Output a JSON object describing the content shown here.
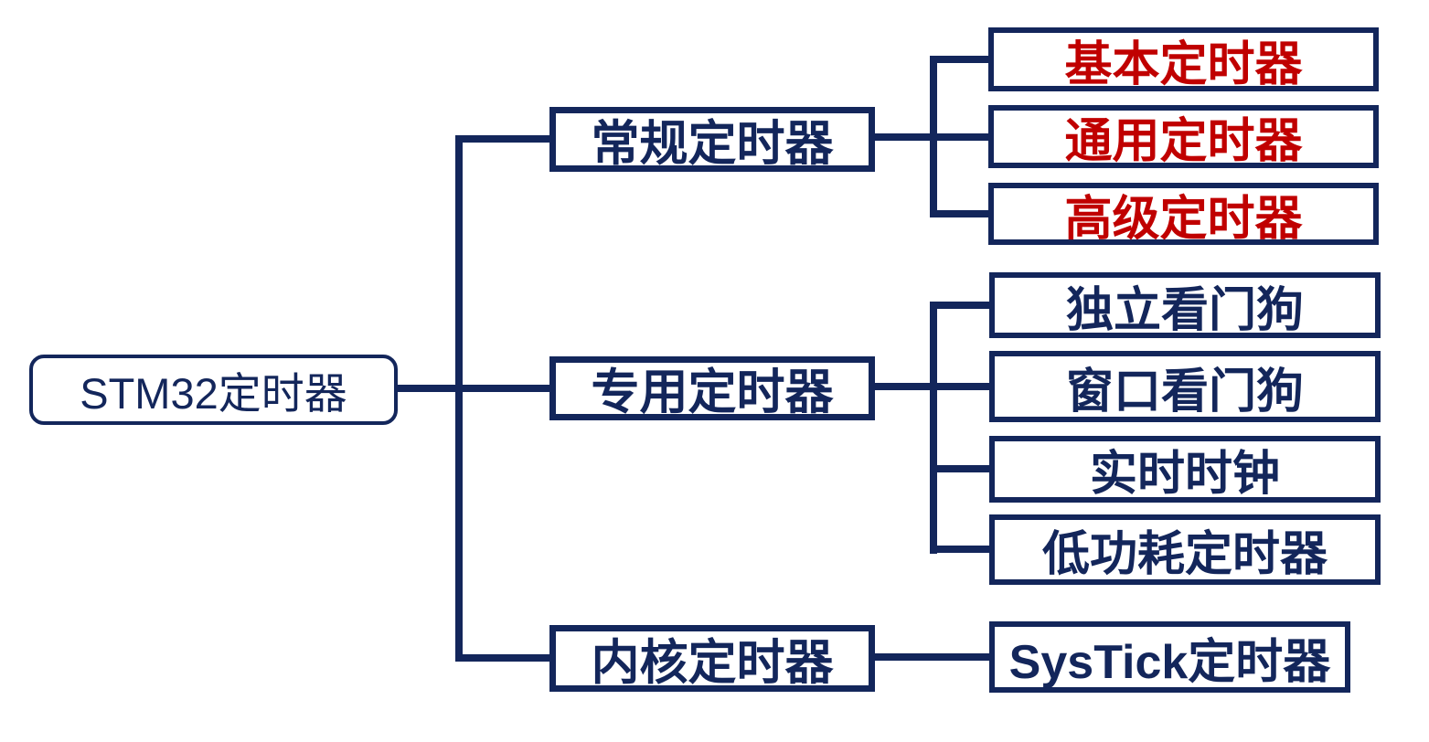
{
  "diagram": {
    "title": "STM32定时器",
    "colors": {
      "navy": "#13265b",
      "red": "#c00000",
      "background": "#ffffff"
    },
    "root": {
      "label": "STM32定时器"
    },
    "branches": [
      {
        "label": "常规定时器",
        "children": [
          {
            "label": "基本定时器",
            "text_color": "#c00000"
          },
          {
            "label": "通用定时器",
            "text_color": "#c00000"
          },
          {
            "label": "高级定时器",
            "text_color": "#c00000"
          }
        ]
      },
      {
        "label": "专用定时器",
        "children": [
          {
            "label": "独立看门狗",
            "text_color": "#13265b"
          },
          {
            "label": "窗口看门狗",
            "text_color": "#13265b"
          },
          {
            "label": "实时时钟",
            "text_color": "#13265b"
          },
          {
            "label": "低功耗定时器",
            "text_color": "#13265b"
          }
        ]
      },
      {
        "label": "内核定时器",
        "children": [
          {
            "label": "SysTick定时器",
            "text_color": "#13265b"
          }
        ]
      }
    ]
  }
}
